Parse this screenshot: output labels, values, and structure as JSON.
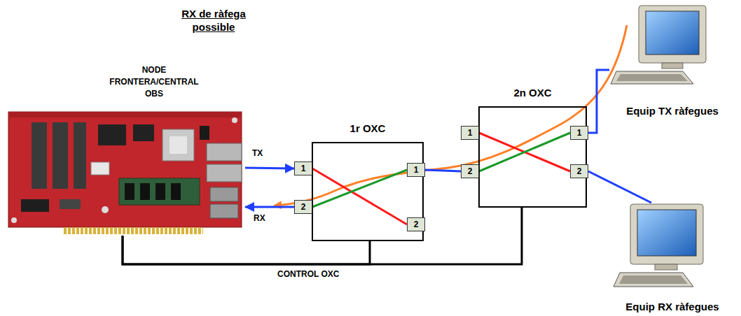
{
  "diagram": {
    "title": "RX de ràfega possible",
    "nodes": [
      {
        "text": [
          "NODE FRONTERA/CENTRAL OBS"
        ]
      },
      {
        "text": [
          "1r OXC"
        ]
      },
      {
        "text": [
          "1"
        ],
        "in": 1
      },
      {
        "text": [
          "2"
        ],
        "in": 1
      },
      {
        "text": [
          "1"
        ],
        "in": 1
      },
      {
        "text": [
          "2"
        ],
        "in": 1
      },
      {
        "text": [
          "2n OXC"
        ]
      },
      {
        "text": [
          "1"
        ],
        "in": 6
      },
      {
        "text": [
          "2"
        ],
        "in": 6
      },
      {
        "text": [
          "1"
        ],
        "in": 6
      },
      {
        "text": [
          "2"
        ],
        "in": 6
      },
      {
        "text": [
          "Equip TX ràfegues"
        ]
      },
      {
        "text": [
          "Equip RX ràfegues"
        ]
      }
    ],
    "edges": [
      {
        "from": 0,
        "to": 2,
        "label": "TX",
        "arrow": "to"
      },
      {
        "from": 3,
        "to": 0,
        "label": "RX",
        "arrow": "to"
      },
      {
        "from": 4,
        "to": 8,
        "arrow": "none"
      },
      {
        "from": 9,
        "to": 11,
        "arrow": "none"
      },
      {
        "from": 10,
        "to": 12,
        "arrow": "none"
      },
      {
        "from": 2,
        "to": 5,
        "arrow": "none"
      },
      {
        "from": 3,
        "to": 4,
        "arrow": "none"
      },
      {
        "from": 7,
        "to": 10,
        "arrow": "none"
      },
      {
        "from": 8,
        "to": 9,
        "arrow": "none"
      },
      {
        "from": 0,
        "to": 1,
        "label": "CONTROL OXC",
        "arrow": "none"
      },
      {
        "from": 0,
        "to": 6,
        "arrow": "none"
      }
    ]
  }
}
